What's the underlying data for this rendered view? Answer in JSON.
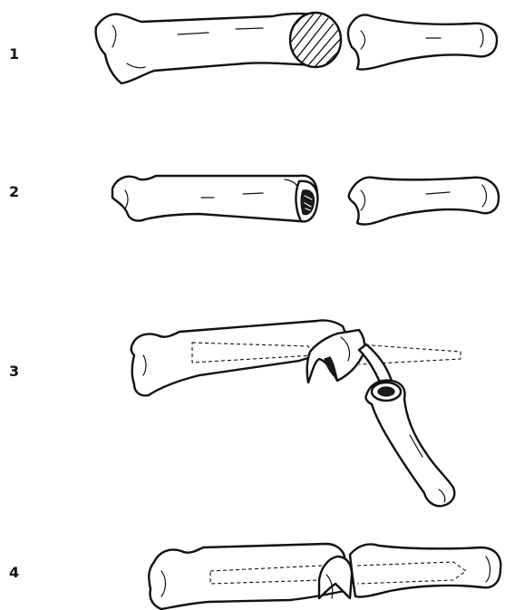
{
  "steps": [
    {
      "label": "1"
    },
    {
      "label": "2"
    },
    {
      "label": "3"
    },
    {
      "label": "4"
    }
  ]
}
